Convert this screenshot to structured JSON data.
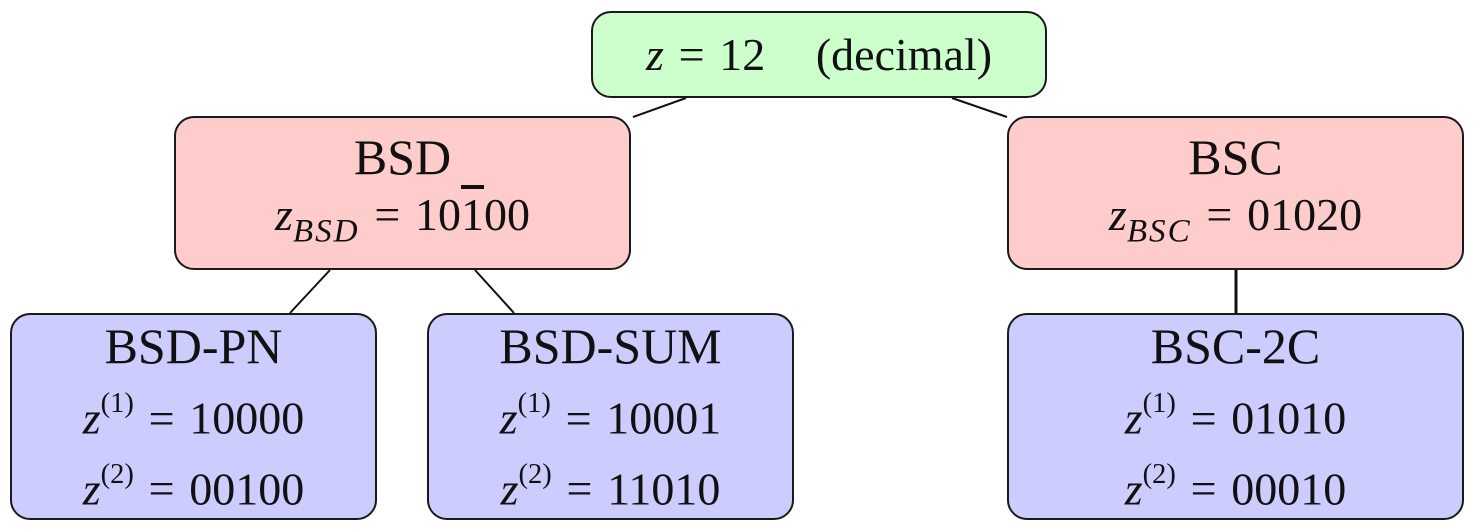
{
  "root": {
    "var": "z",
    "eq": "=",
    "value": "12",
    "note": "(decimal)"
  },
  "bsd": {
    "title": "BSD",
    "var": "z",
    "sub": "BSD",
    "eq": "=",
    "value_pre": "10",
    "value_bar": "1",
    "value_post": "00"
  },
  "bsc": {
    "title": "BSC",
    "var": "z",
    "sub": "BSC",
    "eq": "=",
    "value": "01020"
  },
  "bsd_pn": {
    "title": "BSD-PN",
    "rows": [
      {
        "var": "z",
        "sup": "(1)",
        "eq": "=",
        "value": "10000"
      },
      {
        "var": "z",
        "sup": "(2)",
        "eq": "=",
        "value": "00100"
      }
    ]
  },
  "bsd_sum": {
    "title": "BSD-SUM",
    "rows": [
      {
        "var": "z",
        "sup": "(1)",
        "eq": "=",
        "value": "10001"
      },
      {
        "var": "z",
        "sup": "(2)",
        "eq": "=",
        "value": "11010"
      }
    ]
  },
  "bsc_2c": {
    "title": "BSC-2C",
    "rows": [
      {
        "var": "z",
        "sup": "(1)",
        "eq": "=",
        "value": "01010"
      },
      {
        "var": "z",
        "sup": "(2)",
        "eq": "=",
        "value": "00010"
      }
    ]
  },
  "colors": {
    "root_fill": "#ccffcc",
    "mid_fill": "#ffcccc",
    "leaf_fill": "#ccccff",
    "stroke": "#1a1a1a"
  }
}
